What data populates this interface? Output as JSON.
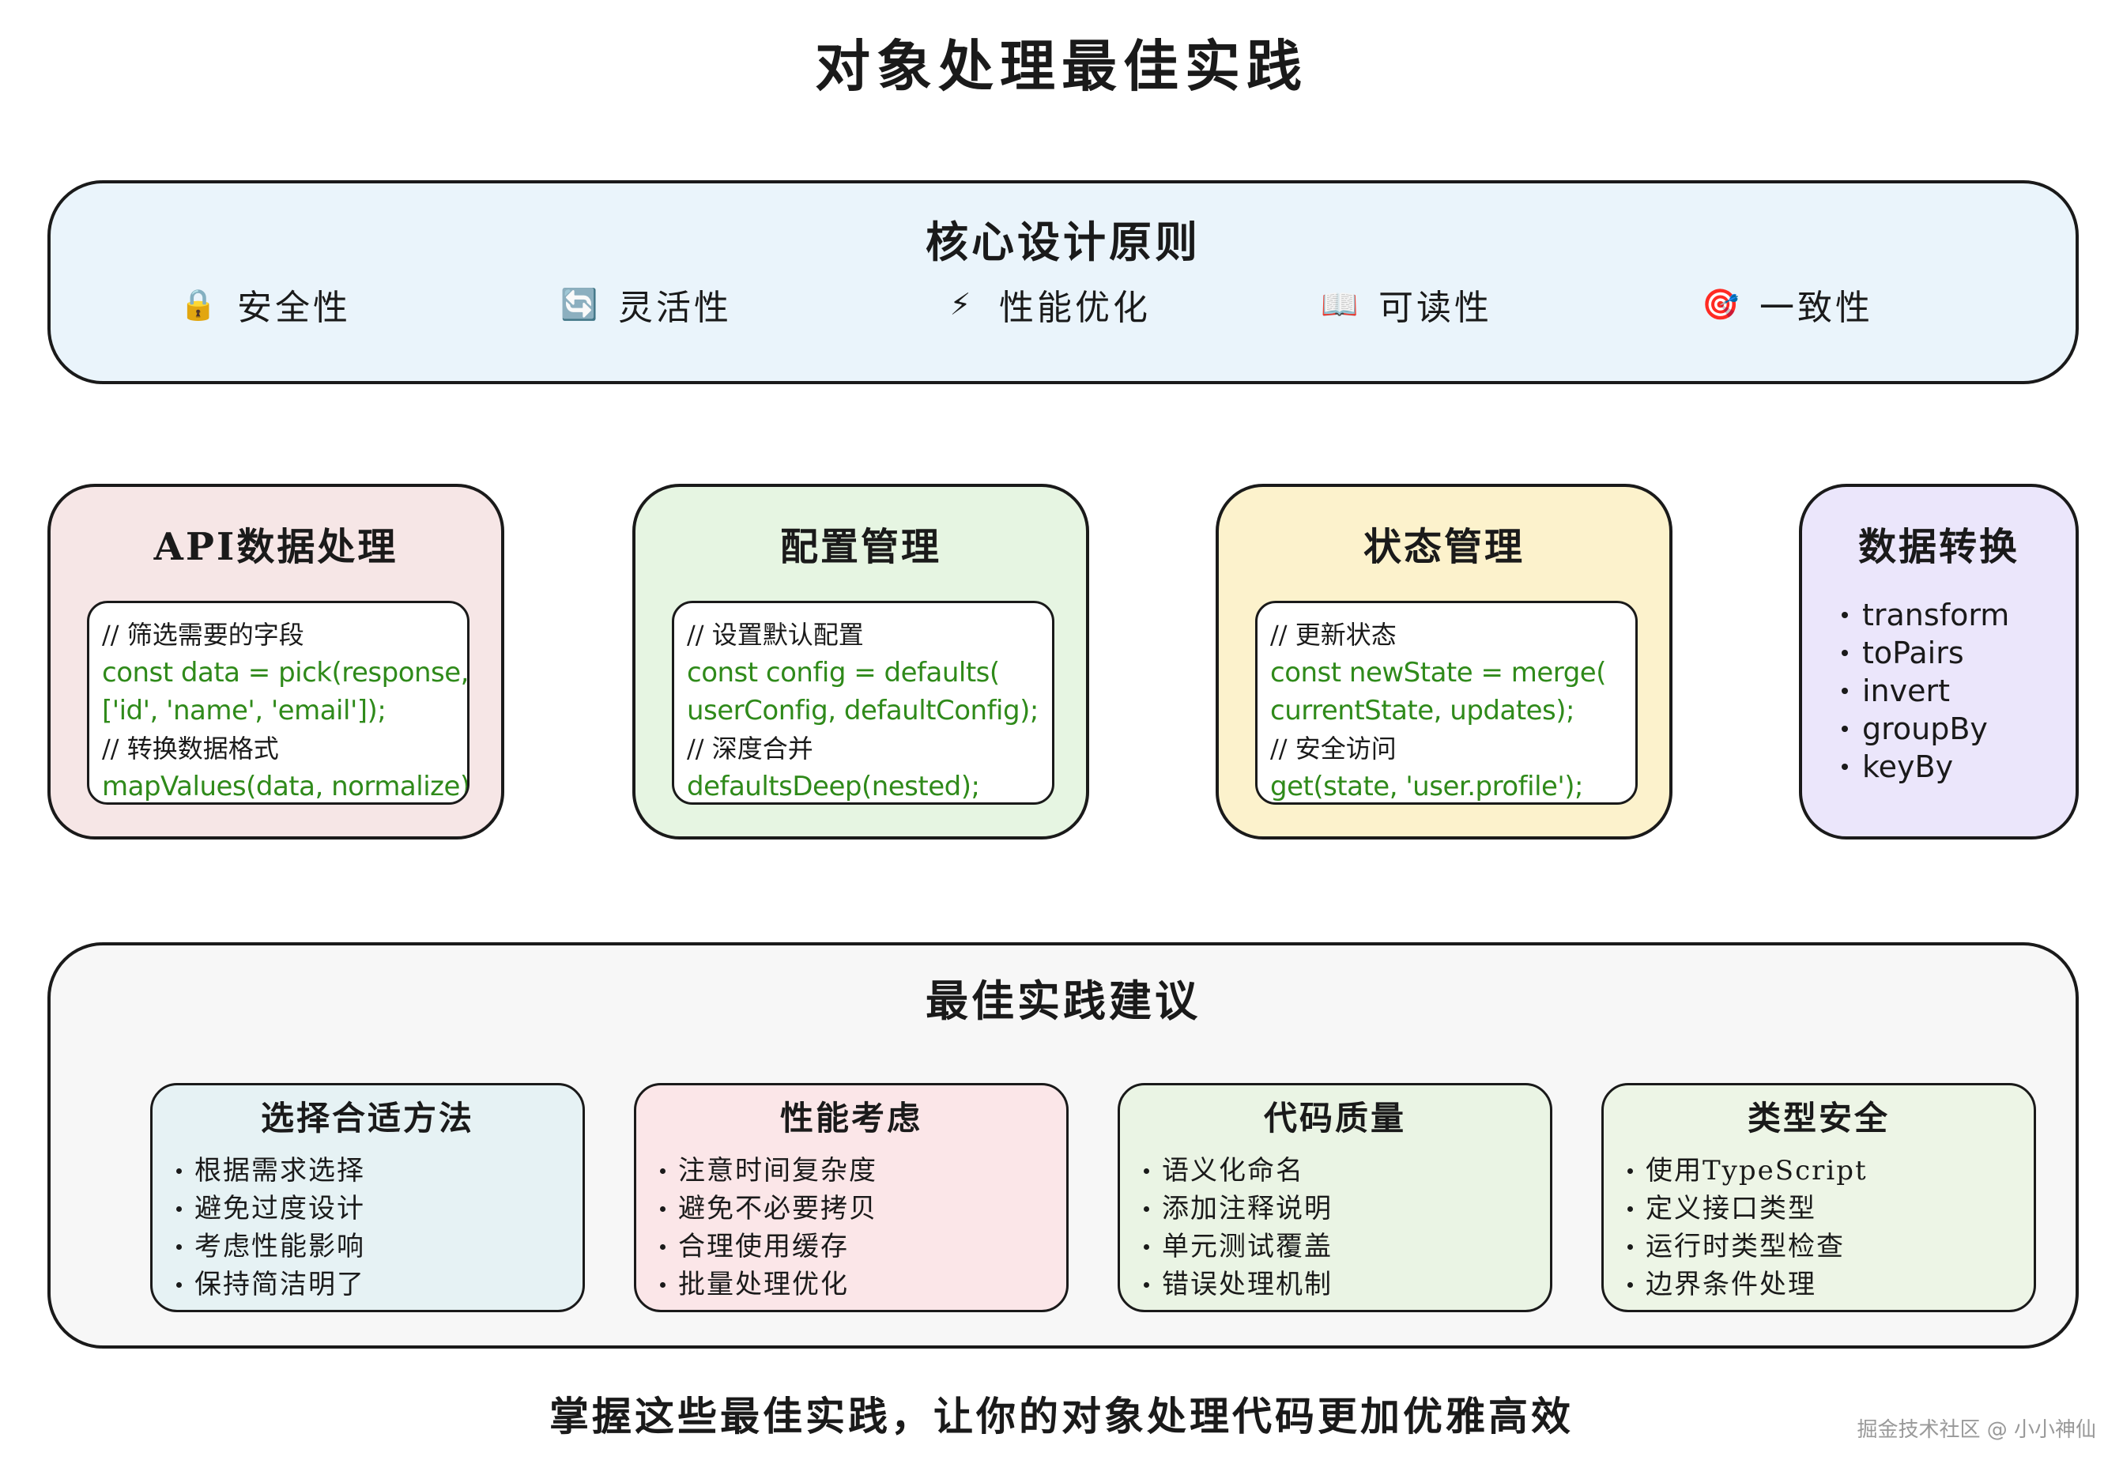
{
  "title": "对象处理最佳实践",
  "core": {
    "title": "核心设计原则",
    "principles": [
      {
        "icon": "lock-icon",
        "glyph": "🔒",
        "label": "安全性"
      },
      {
        "icon": "refresh-icon",
        "glyph": "🔄",
        "label": "灵活性"
      },
      {
        "icon": "lightning-icon",
        "glyph": "⚡",
        "label": "性能优化"
      },
      {
        "icon": "book-icon",
        "glyph": "📖",
        "label": "可读性"
      },
      {
        "icon": "target-icon",
        "glyph": "🎯",
        "label": "一致性"
      }
    ]
  },
  "cards": {
    "api": {
      "title": "API数据处理",
      "lines": [
        {
          "kind": "comment",
          "text": "// 筛选需要的字段"
        },
        {
          "kind": "code",
          "text": "const data = pick(response,"
        },
        {
          "kind": "code",
          "text": "['id', 'name', 'email']);"
        },
        {
          "kind": "comment",
          "text": "// 转换数据格式"
        },
        {
          "kind": "code",
          "text": "mapValues(data, normalize);"
        }
      ]
    },
    "config": {
      "title": "配置管理",
      "lines": [
        {
          "kind": "comment",
          "text": "// 设置默认配置"
        },
        {
          "kind": "code",
          "text": "const config = defaults("
        },
        {
          "kind": "code",
          "text": "userConfig, defaultConfig);"
        },
        {
          "kind": "comment",
          "text": "// 深度合并"
        },
        {
          "kind": "code",
          "text": "defaultsDeep(nested);"
        }
      ]
    },
    "state": {
      "title": "状态管理",
      "lines": [
        {
          "kind": "comment",
          "text": "// 更新状态"
        },
        {
          "kind": "code",
          "text": "const newState = merge("
        },
        {
          "kind": "code",
          "text": "currentState, updates);"
        },
        {
          "kind": "comment",
          "text": "// 安全访问"
        },
        {
          "kind": "code",
          "text": "get(state, 'user.profile');"
        }
      ]
    },
    "transform": {
      "title": "数据转换",
      "items": [
        "transform",
        "toPairs",
        "invert",
        "groupBy",
        "keyBy"
      ]
    }
  },
  "best": {
    "title": "最佳实践建议",
    "groups": [
      {
        "title": "选择合适方法",
        "items": [
          "根据需求选择",
          "避免过度设计",
          "考虑性能影响",
          "保持简洁明了"
        ]
      },
      {
        "title": "性能考虑",
        "items": [
          "注意时间复杂度",
          "避免不必要拷贝",
          "合理使用缓存",
          "批量处理优化"
        ]
      },
      {
        "title": "代码质量",
        "items": [
          "语义化命名",
          "添加注释说明",
          "单元测试覆盖",
          "错误处理机制"
        ]
      },
      {
        "title": "类型安全",
        "items": [
          "使用TypeScript",
          "定义接口类型",
          "运行时类型检查",
          "边界条件处理"
        ]
      }
    ]
  },
  "footer": "掌握这些最佳实践，让你的对象处理代码更加优雅高效",
  "watermark": "掘金技术社区 @ 小小神仙"
}
